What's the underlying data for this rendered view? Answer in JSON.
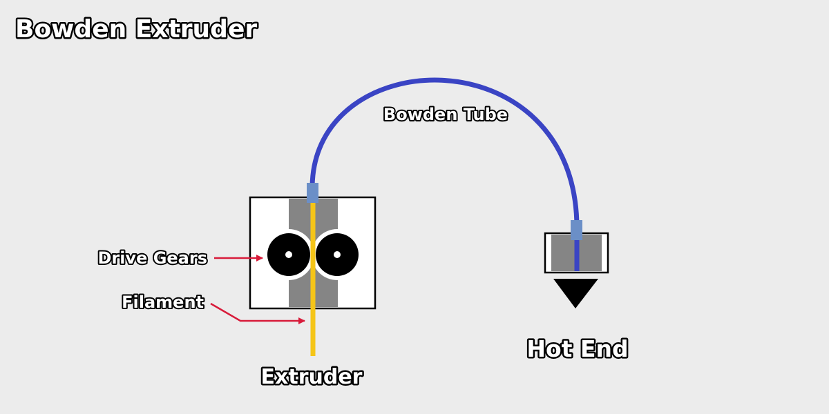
{
  "title": "Bowden Extruder",
  "labels": {
    "bowden_tube": "Bowden Tube",
    "drive_gears": "Drive Gears",
    "filament": "Filament",
    "extruder": "Extruder",
    "hot_end": "Hot End"
  },
  "colors": {
    "background": "#ececec",
    "tube": "#3a44c4",
    "coupler": "#6b8fc7",
    "filament": "#f5c518",
    "arrow": "#d81b3a",
    "guide": "#858585",
    "gear": "#000000"
  }
}
